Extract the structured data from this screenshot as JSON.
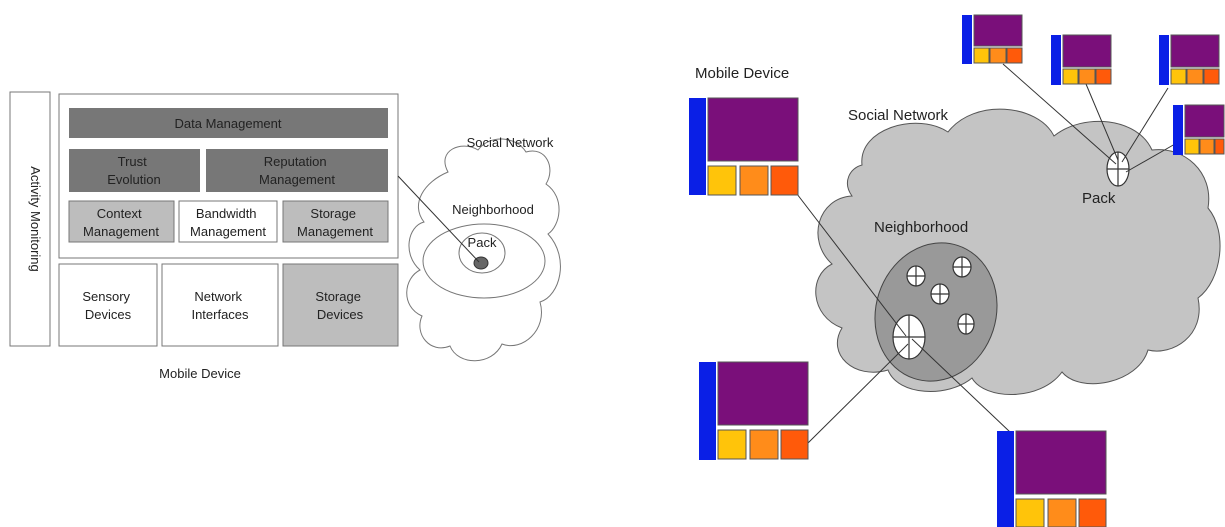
{
  "left": {
    "activity_label": "Activity  Monitoring",
    "data_management": "Data Management",
    "trust": [
      "Trust",
      "Evolution"
    ],
    "reputation": [
      "Reputation",
      "Management"
    ],
    "context": [
      "Context",
      "Management"
    ],
    "bandwidth": [
      "Bandwidth",
      "Management"
    ],
    "storage_mgmt": [
      "Storage",
      "Management"
    ],
    "sensory": [
      "Sensory",
      "Devices"
    ],
    "network": [
      "Network",
      "Interfaces"
    ],
    "storage_dev": [
      "Storage",
      "Devices"
    ],
    "caption": "Mobile Device",
    "social": "Social Network",
    "neighborhood": "Neighborhood",
    "pack": "Pack"
  },
  "right": {
    "mobile_device": "Mobile Device",
    "social_network": "Social Network",
    "neighborhood": "Neighborhood",
    "pack": "Pack"
  },
  "colors": {
    "dark_gray": "#777777",
    "mid_gray": "#bdbdbd",
    "cloud_fill": "#c4c4c4",
    "neighborhood_fill": "#999999",
    "purple": "#7a0f7a",
    "blue": "#0a1fe6",
    "yellow": "#ffc40a",
    "orange": "#ff8c1a",
    "red_orange": "#ff5a0a"
  }
}
